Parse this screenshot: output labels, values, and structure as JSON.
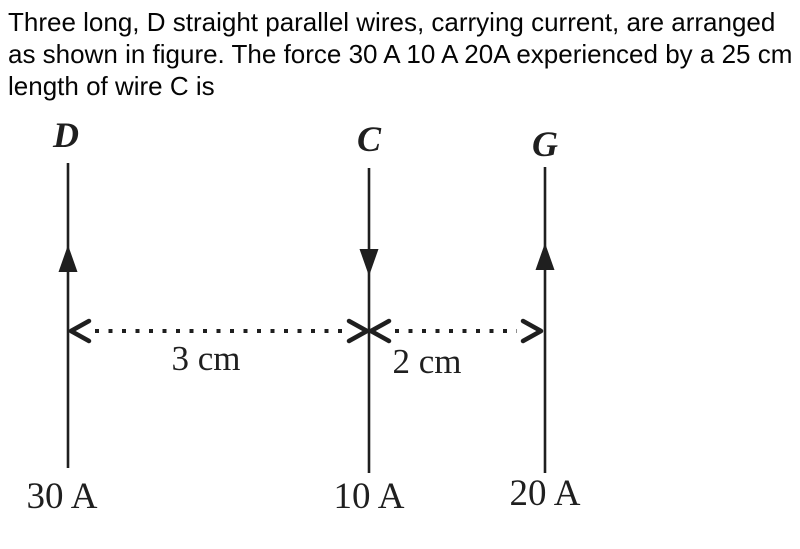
{
  "question": {
    "lines": [
      "Three long, D straight parallel wires, carrying current, are arranged",
      "as shown in figure. The force 30 A 10 A 20A experienced by a 25 cm",
      "length of wire C is"
    ]
  },
  "figure": {
    "wires": [
      {
        "name": "D",
        "current": "30 A",
        "direction": "up"
      },
      {
        "name": "C",
        "current": "10 A",
        "direction": "down"
      },
      {
        "name": "G",
        "current": "20 A",
        "direction": "up"
      }
    ],
    "distances": [
      {
        "between": "D-C",
        "label": "3 cm"
      },
      {
        "between": "C-G",
        "label": "2 cm"
      }
    ]
  },
  "colors": {
    "ink": "#1f1f1f",
    "question_text": "#050505",
    "background": "#ffffff"
  }
}
